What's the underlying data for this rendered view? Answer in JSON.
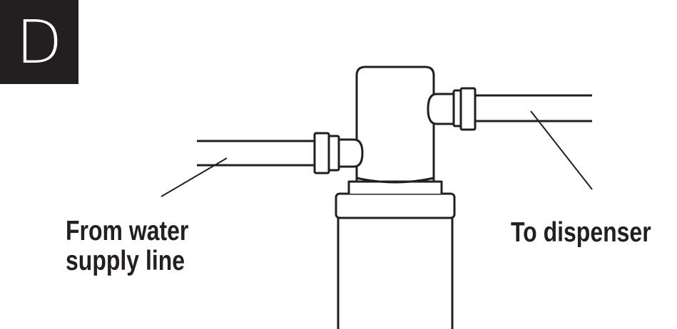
{
  "step": {
    "letter": "D"
  },
  "labels": {
    "from_line1": "From water",
    "from_line2": "supply line",
    "to": "To dispenser"
  },
  "colors": {
    "ink": "#231f20",
    "background": "#ffffff"
  }
}
